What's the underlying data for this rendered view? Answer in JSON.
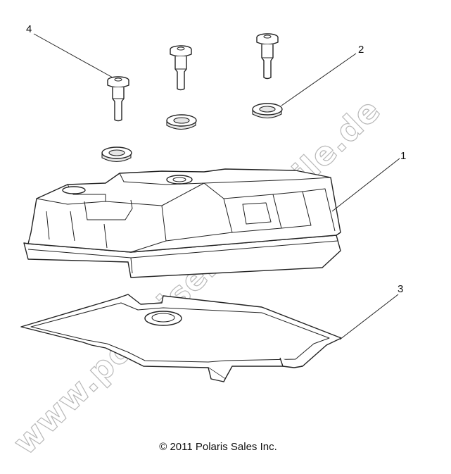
{
  "callouts": [
    {
      "id": "1",
      "part": "valve-cover"
    },
    {
      "id": "2",
      "part": "grommet"
    },
    {
      "id": "3",
      "part": "gasket"
    },
    {
      "id": "4",
      "part": "bolt"
    }
  ],
  "watermark": "www.polarisersatzteile.de",
  "copyright": "© 2011 Polaris Sales Inc."
}
